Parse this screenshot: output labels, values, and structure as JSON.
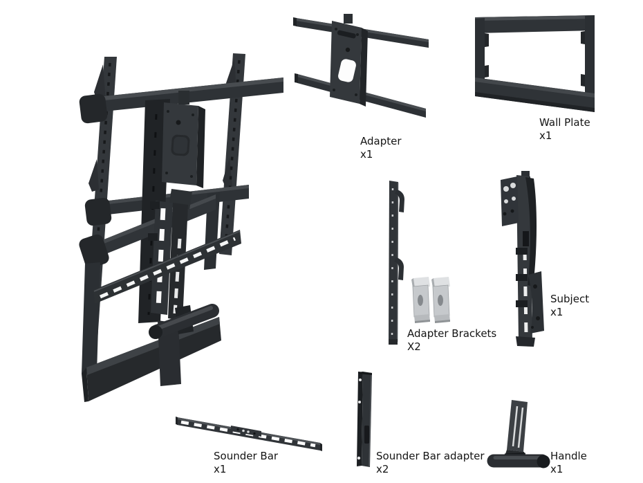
{
  "parts": {
    "adapter": {
      "name": "Adapter",
      "qty": "x1"
    },
    "wall_plate": {
      "name": "Wall Plate",
      "qty": "x1"
    },
    "subject": {
      "name": "Subject",
      "qty": "x1"
    },
    "adapter_brackets": {
      "name": "Adapter Brackets",
      "qty": "X2"
    },
    "sounder_bar": {
      "name": "Sounder Bar",
      "qty": "x1"
    },
    "sounder_bar_adapter": {
      "name": "Sounder Bar adapter",
      "qty": "x2"
    },
    "handle": {
      "name": "Handle",
      "qty": "x1"
    }
  },
  "colors": {
    "background": "#ffffff",
    "part_body": "#33373b",
    "part_dark": "#202326",
    "part_darker": "#17191c",
    "part_highlight": "#4b5054",
    "bracket_metal": "#c6c9cc",
    "label_text": "#141414"
  }
}
